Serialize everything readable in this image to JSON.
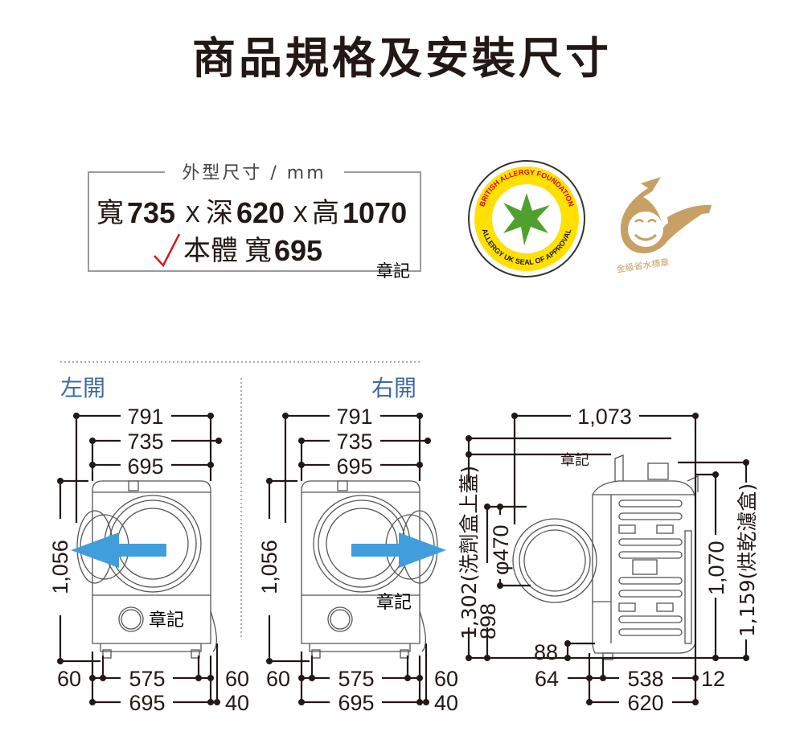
{
  "title": "商品規格及安裝尺寸",
  "spec_box": {
    "legend": "外型尺寸 / mm",
    "line1": {
      "w_label": "寬",
      "w": "735",
      "x1": "X",
      "d_label": "深",
      "d": "620",
      "x2": "X",
      "h_label": "高",
      "h": "1070"
    },
    "line2": {
      "check_icon": "checkmark-icon",
      "label": "本體",
      "w_label": "寬",
      "w": "695"
    },
    "registered": "章記"
  },
  "badges": {
    "allergy": {
      "top_text": "BRITISH ALLERGY FOUNDATION",
      "bottom_text": "ALLERGY UK SEAL OF APPROVAL"
    },
    "water": {
      "text": "金級省水標章"
    }
  },
  "views": {
    "left_open": {
      "label": "左開",
      "widths": [
        "791",
        "735",
        "695"
      ],
      "height": "1,056",
      "bottom": [
        "60",
        "575",
        "60",
        "695",
        "40"
      ],
      "mark": "章記"
    },
    "right_open": {
      "label": "右開",
      "widths": [
        "791",
        "735",
        "695"
      ],
      "height": "1,056",
      "bottom": [
        "60",
        "575",
        "60",
        "695",
        "40"
      ],
      "mark": "章記"
    },
    "side": {
      "top": "1,073",
      "mark": "章記",
      "left_heights": [
        "1,302(洗劑盒上蓋)",
        "898"
      ],
      "door": "φ470",
      "foot": "88",
      "right_heights": [
        "1,070",
        "1,159(烘乾濾盒)"
      ],
      "bottom": [
        "64",
        "538",
        "12",
        "620"
      ]
    }
  },
  "colors": {
    "arrow": "#3f9edb",
    "check": "#d7191d",
    "label_blue": "#3d6aa4",
    "gold": "#c9a063"
  }
}
